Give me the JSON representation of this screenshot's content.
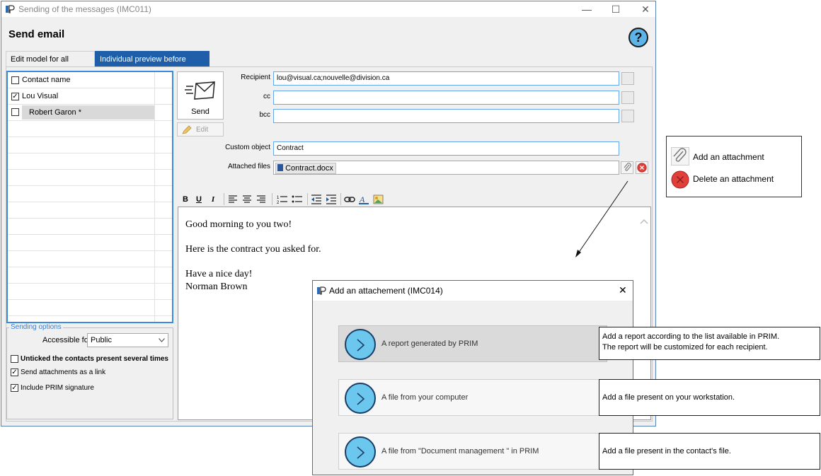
{
  "window": {
    "title": "Sending of the messages (IMC011)",
    "heading": "Send email",
    "help_label": "?",
    "minimize": "—",
    "maximize": "☐",
    "close": "✕"
  },
  "tabs": [
    {
      "label": "Edit model for all contacts"
    },
    {
      "label": "Individual preview before sending"
    }
  ],
  "contacts": {
    "header": "Contact name",
    "rows": [
      {
        "name": "Lou Visual",
        "checked": true
      },
      {
        "name": "Robert Garon *",
        "checked": false
      }
    ]
  },
  "sending_options": {
    "legend": "Sending options",
    "accessible_label": "Accessible for",
    "accessible_value": "Public",
    "options": [
      {
        "label": "Unticked the contacts present several times",
        "checked": false
      },
      {
        "label": "Send attachments as a link",
        "checked": true
      },
      {
        "label": "Include PRIM signature",
        "checked": true
      }
    ]
  },
  "actions": {
    "send_label": "Send",
    "edit_label": "Edit"
  },
  "fields": {
    "recipient_label": "Recipient",
    "recipient_value": "lou@visual.ca;nouvelle@division.ca",
    "cc_label": "cc",
    "cc_value": "",
    "bcc_label": "bcc",
    "bcc_value": "",
    "custom_object_label": "Custom object",
    "custom_object_value": "Contract",
    "attached_files_label": "Attached files",
    "attached_file": "Contract.docx"
  },
  "toolbar": {
    "bold": "B",
    "underline": "U",
    "italic": "I"
  },
  "body": {
    "line1": "Good morning to you two!",
    "line2": "Here is the contract you asked for.",
    "line3": "Have a nice day!",
    "line4": "Norman Brown"
  },
  "legend_box": {
    "add": "Add an attachment",
    "delete": "Delete an attachment"
  },
  "dialog": {
    "title": "Add an attachement (IMC014)",
    "close": "✕",
    "options": [
      {
        "label": "A report generated by PRIM",
        "selected": true
      },
      {
        "label": "A file from your computer",
        "selected": false
      },
      {
        "label": "A file from \"Document management \" in PRIM",
        "selected": false
      }
    ]
  },
  "callouts": {
    "report_line1": "Add a report according to the list available in PRIM.",
    "report_line2": "The report will be customized for each recipient.",
    "computer": "Add a file present on your workstation.",
    "docmgmt": "Add a file present in the contact's file."
  },
  "colors": {
    "accent": "#1f5ea8",
    "field_border": "#64a7ea",
    "option_circle": "#6cc7ef",
    "delete_red": "#e0403a",
    "help_blue": "#5db4e8"
  }
}
